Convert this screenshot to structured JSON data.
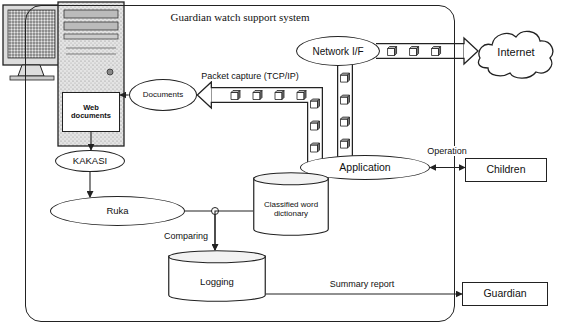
{
  "diagram": {
    "nodes": [
      {
        "text": [
          "Guardian watch support system"
        ]
      },
      {
        "text": [
          "Web documents"
        ],
        "in": 0
      },
      {
        "text": [
          "Network I/F"
        ],
        "in": 0
      },
      {
        "text": [
          "Internet"
        ]
      },
      {
        "text": [
          "Documents"
        ],
        "in": 0
      },
      {
        "text": [
          "Application"
        ],
        "in": 0
      },
      {
        "text": [
          "Children"
        ]
      },
      {
        "text": [
          "KAKASI"
        ],
        "in": 0
      },
      {
        "text": [
          "Ruka"
        ],
        "in": 0
      },
      {
        "text": [
          "Classified word dictionary"
        ],
        "in": 0
      },
      {
        "text": [
          "Logging"
        ],
        "in": 0
      },
      {
        "text": [
          "Guardian"
        ]
      }
    ],
    "edges": [
      {
        "from": 2,
        "to": 3,
        "arrow": "to"
      },
      {
        "from": 5,
        "to": 2,
        "arrow": "none"
      },
      {
        "from": 5,
        "to": 4,
        "label": "Packet capture (TCP/IP)",
        "arrow": "to"
      },
      {
        "from": 4,
        "to": 1,
        "arrow": "to"
      },
      {
        "from": 1,
        "to": 7,
        "arrow": "to"
      },
      {
        "from": 7,
        "to": 8,
        "arrow": "to"
      },
      {
        "from": 8,
        "to": 10,
        "label": "Comparing",
        "arrow": "to"
      },
      {
        "from": 9,
        "to": 10,
        "arrow": "to"
      },
      {
        "from": 5,
        "to": 6,
        "label": "Operation",
        "arrow": "both"
      },
      {
        "from": 10,
        "to": 11,
        "label": "Summary report",
        "arrow": "to"
      }
    ]
  }
}
